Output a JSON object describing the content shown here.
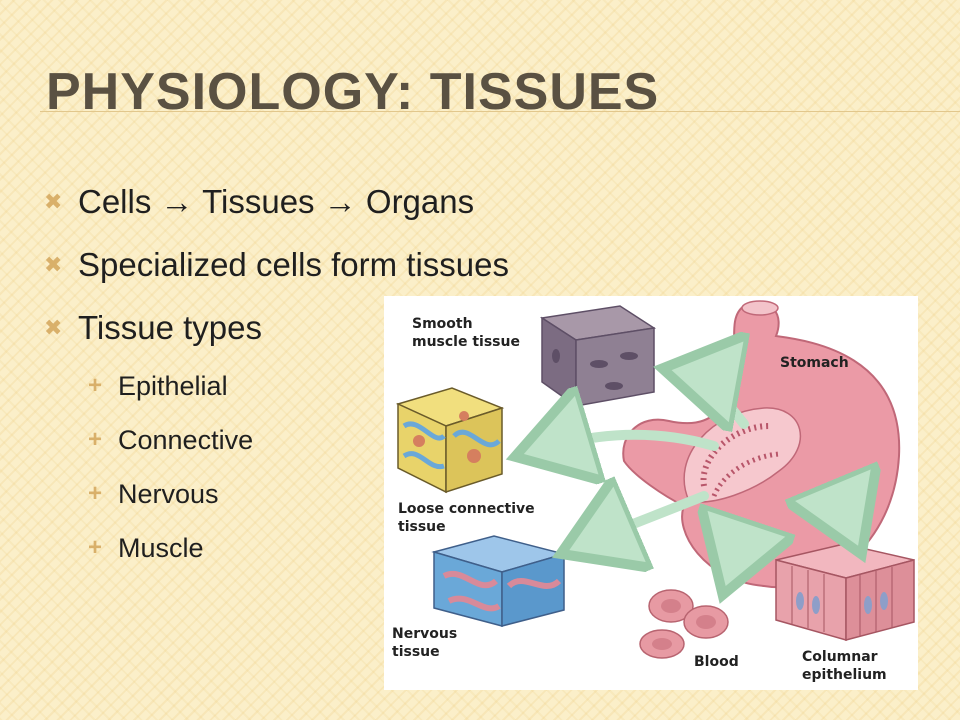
{
  "slide": {
    "title": "Physiology: Tissues",
    "bullets": [
      {
        "text": "Cells → Tissues → Organs"
      },
      {
        "text": "Specialized cells form tissues"
      },
      {
        "text": "Tissue types"
      }
    ],
    "sub_bullets": [
      "Epithelial",
      "Connective",
      "Nervous",
      "Muscle"
    ]
  },
  "figure": {
    "labels": {
      "smooth_line1": "Smooth",
      "smooth_line2": "muscle tissue",
      "stomach": "Stomach",
      "loose_line1": "Loose connective",
      "loose_line2": "tissue",
      "nervous_line1": "Nervous",
      "nervous_line2": "tissue",
      "blood": "Blood",
      "columnar_line1": "Columnar",
      "columnar_line2": "epithelium"
    },
    "colors": {
      "stomach": "#eb9aa6",
      "muscle": "#8f8093",
      "connective": "#e8d36a",
      "nerve": "#6aa8d8",
      "arrow": "#bfe3c9",
      "blood": "#e79aa3"
    }
  }
}
